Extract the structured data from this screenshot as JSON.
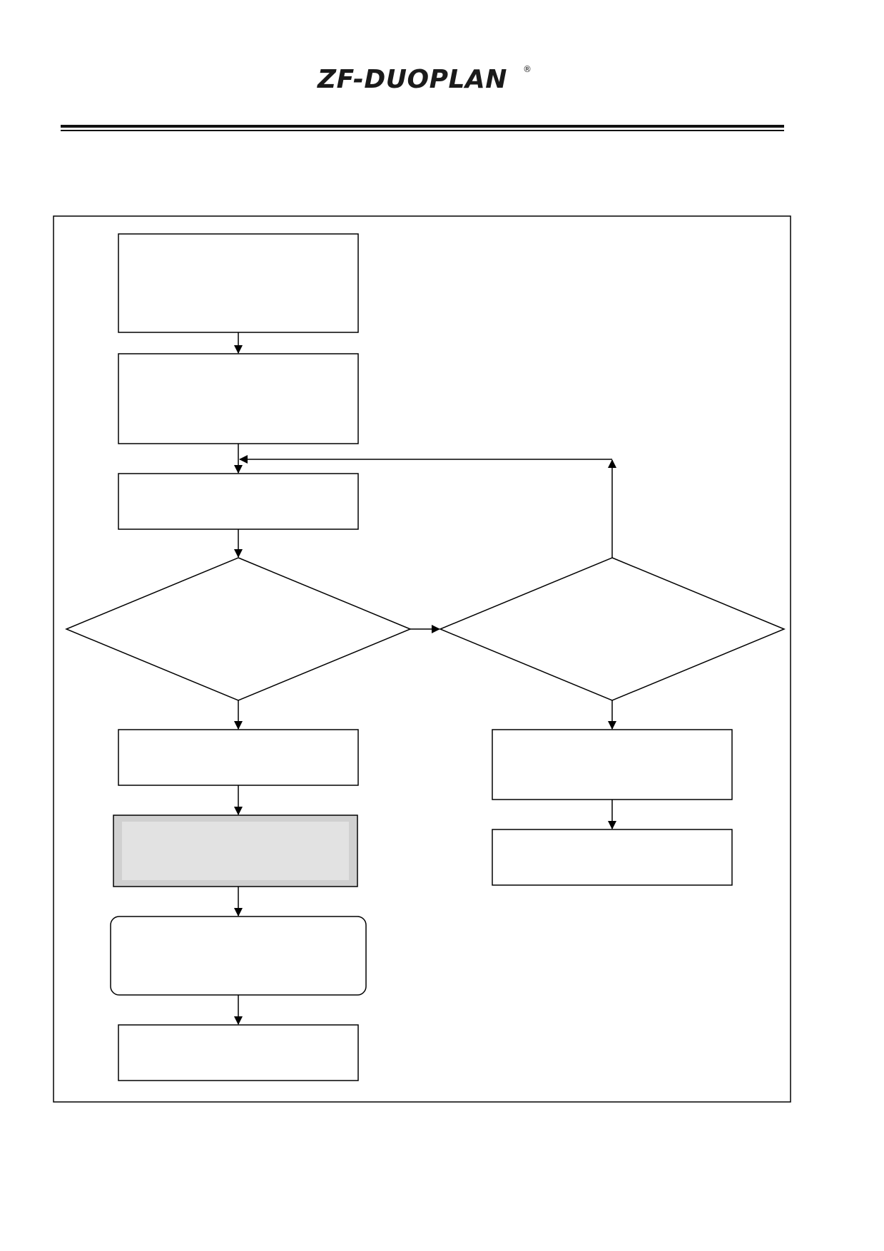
{
  "header": {
    "brand": "ZF-DUOPLAN",
    "registered_mark": "®"
  },
  "diagram": {
    "nodes": [
      {
        "id": "box-1",
        "shape": "rectangle",
        "text": ""
      },
      {
        "id": "box-2",
        "shape": "rectangle",
        "text": ""
      },
      {
        "id": "box-3",
        "shape": "rectangle",
        "text": ""
      },
      {
        "id": "decision-1",
        "shape": "diamond",
        "text": ""
      },
      {
        "id": "decision-2",
        "shape": "diamond",
        "text": ""
      },
      {
        "id": "box-4",
        "shape": "rectangle",
        "text": ""
      },
      {
        "id": "box-5",
        "shape": "rectangle-shaded",
        "text": ""
      },
      {
        "id": "box-6",
        "shape": "rounded-rectangle",
        "text": ""
      },
      {
        "id": "box-7",
        "shape": "rectangle",
        "text": ""
      },
      {
        "id": "box-8",
        "shape": "rectangle",
        "text": ""
      },
      {
        "id": "box-9",
        "shape": "rectangle",
        "text": ""
      }
    ],
    "edges": [
      {
        "from": "box-1",
        "to": "box-2"
      },
      {
        "from": "box-2",
        "to": "box-3"
      },
      {
        "from": "box-3",
        "to": "decision-1"
      },
      {
        "from": "decision-1",
        "to": "decision-2"
      },
      {
        "from": "decision-1",
        "to": "box-4"
      },
      {
        "from": "box-4",
        "to": "box-5"
      },
      {
        "from": "box-5",
        "to": "box-6"
      },
      {
        "from": "box-6",
        "to": "box-7"
      },
      {
        "from": "decision-2",
        "to": "box-8"
      },
      {
        "from": "box-8",
        "to": "box-9"
      },
      {
        "from": "decision-2",
        "to": "box-3"
      }
    ],
    "colors": {
      "stroke": "#000000",
      "shaded_fill_outer": "#d0d0d0",
      "shaded_fill_inner": "#e2e2e2"
    }
  }
}
